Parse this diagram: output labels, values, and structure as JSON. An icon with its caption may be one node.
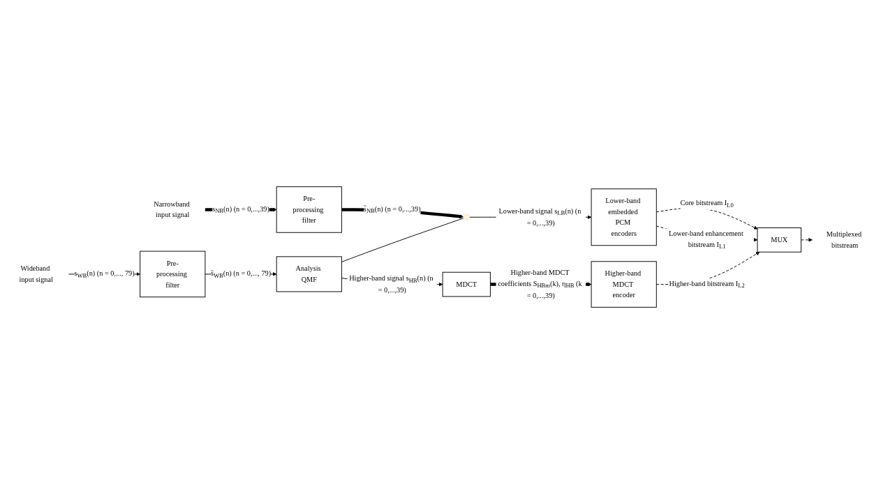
{
  "diagram": {
    "nodes": [
      {
        "text": [
          "Wideband input signal"
        ]
      },
      {
        "text": [
          "Narrowband input signal"
        ]
      },
      {
        "text": [
          "Pre-processing filter"
        ]
      },
      {
        "text": [
          "Pre-processing filter"
        ]
      },
      {
        "text": [
          "Analysis QMF"
        ]
      },
      {
        "text": [],
        "shape": "circle"
      },
      {
        "text": [
          "Lower-band embedded PCM encoders"
        ]
      },
      {
        "text": [
          "MDCT"
        ]
      },
      {
        "text": [
          "Higher-band MDCT encoder"
        ]
      },
      {
        "text": [
          "MUX"
        ]
      },
      {
        "text": [
          "Multiplexed bitstream"
        ]
      }
    ],
    "edges": [
      {
        "from": 0,
        "to": 2,
        "arrow": "to",
        "label": "s$_{WB}$(n) (n = 0,..., 79)"
      },
      {
        "from": 1,
        "to": 3,
        "arrow": "to",
        "style": "thick",
        "label": "s$_{NB}$(n) (n = 0,...,39)"
      },
      {
        "from": 2,
        "to": 4,
        "arrow": "to",
        "label": "s̃$_{WB}$(n) (n = 0,..., 79)"
      },
      {
        "from": 3,
        "to": 5,
        "arrow": "to",
        "style": "thick",
        "label": "s̃$_{NB}$(n) (n = 0,...,39)"
      },
      {
        "from": 4,
        "to": 5,
        "arrow": "none"
      },
      {
        "from": 5,
        "to": 6,
        "arrow": "to",
        "label": "Lower-band signal s$_{LB}$(n) (n = 0,...,39)"
      },
      {
        "from": 6,
        "to": 9,
        "arrow": "to",
        "style": "dashed",
        "label": "Core bitstream I$_{L0}$"
      },
      {
        "from": 6,
        "to": 9,
        "arrow": "to",
        "style": "dashed",
        "label": "Lower-band enhancement bitstream I$_{L1}$"
      },
      {
        "from": 4,
        "to": 7,
        "arrow": "to",
        "label": "Higher-band signal s$_{HB}$(n) (n = 0,...,39)"
      },
      {
        "from": 7,
        "to": 8,
        "arrow": "to",
        "style": "thick",
        "label": "Higher-band MDCT coefficients S$_{HBm}$(k), η$_{HB}$ (k = 0,...,39)"
      },
      {
        "from": 8,
        "to": 9,
        "arrow": "to",
        "style": "dashed",
        "label": "Higher-band bitstream I$_{L2}$"
      },
      {
        "from": 9,
        "to": 10,
        "arrow": "to",
        "style": "dashed"
      }
    ]
  }
}
